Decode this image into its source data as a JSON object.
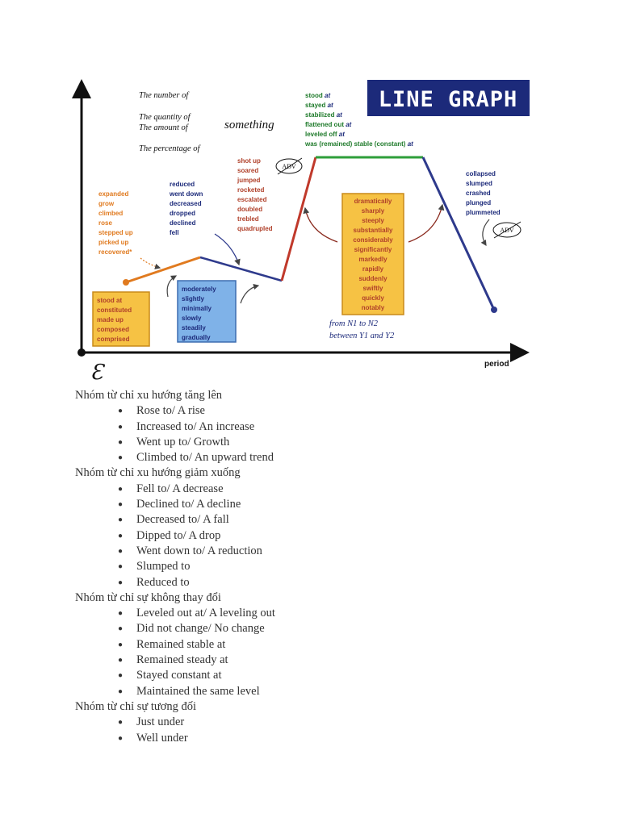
{
  "diagram": {
    "logo_text": "LINE GRAPH",
    "y_labels": [
      "The number of",
      "The quantity of",
      "The amount of",
      "The percentage of"
    ],
    "something": "something",
    "x_axis_label": "period",
    "signature": "Ɛ",
    "up_words": [
      "expanded",
      "grow",
      "climbed",
      "rose",
      "stepped up",
      "picked up",
      "recovered*"
    ],
    "start_words": [
      "stood at",
      "constituted",
      "made up",
      "composed",
      "comprised"
    ],
    "down_words": [
      "reduced",
      "went down",
      "decreased",
      "dropped",
      "declined",
      "fell"
    ],
    "slight_adverbs": [
      "moderately",
      "slightly",
      "minimally",
      "slowly",
      "steadily",
      "gradually"
    ],
    "sharp_up_words": [
      "shot up",
      "soared",
      "jumped",
      "rocketed",
      "escalated",
      "doubled",
      "trebled",
      "quadrupled"
    ],
    "adv_crossed": "ADV",
    "stable_words": [
      "stood ",
      "stayed ",
      "stabilized ",
      "flattened out ",
      "leveled off ",
      "was (remained) stable (constant) "
    ],
    "stable_at": "at",
    "sharp_adverbs": [
      "dramatically",
      "sharply",
      "steeply",
      "substantially",
      "considerably",
      "significantly",
      "markedly",
      "rapidly",
      "suddenly",
      "swiftly",
      "quickly",
      "notably"
    ],
    "sharp_down_words": [
      "collapsed",
      "slumped",
      "crashed",
      "plunged",
      "plummeted"
    ],
    "from_to_1": "from N1 to N2",
    "from_to_2": "between Y1 and Y2"
  },
  "sections": [
    {
      "title": "Nhóm từ chỉ xu hướng tăng lên",
      "items": [
        "Rose to/ A rise",
        "Increased to/ An increase",
        "Went up to/ Growth",
        "Climbed to/ An upward trend"
      ]
    },
    {
      "title": "Nhóm từ chỉ xu hướng giảm xuống",
      "items": [
        "Fell to/ A decrease",
        "Declined to/ A decline",
        "Decreased to/ A fall",
        "Dipped to/ A drop",
        "Went down to/ A reduction",
        "Slumped to",
        "Reduced to"
      ]
    },
    {
      "title": "Nhóm từ chỉ sự không thay đổi",
      "items": [
        "Leveled out at/ A leveling out",
        "Did not change/ No change",
        "Remained stable at",
        "Remained steady at",
        "Stayed constant at",
        "Maintained the same level"
      ]
    },
    {
      "title": "Nhóm từ chỉ sự tương đối",
      "items": [
        "Just under",
        "Well under"
      ]
    }
  ],
  "colors": {
    "up_line": "#e07a1f",
    "down_line": "#2e3a8c",
    "sharp_up_line": "#c0392b",
    "stable_line": "#2e9e3a",
    "crash_line": "#2e3a8c",
    "logo_bg": "#1c2a7a",
    "start_box": "#f6c244",
    "slight_box": "#7fb2e8",
    "sharp_box": "#f6c244"
  }
}
